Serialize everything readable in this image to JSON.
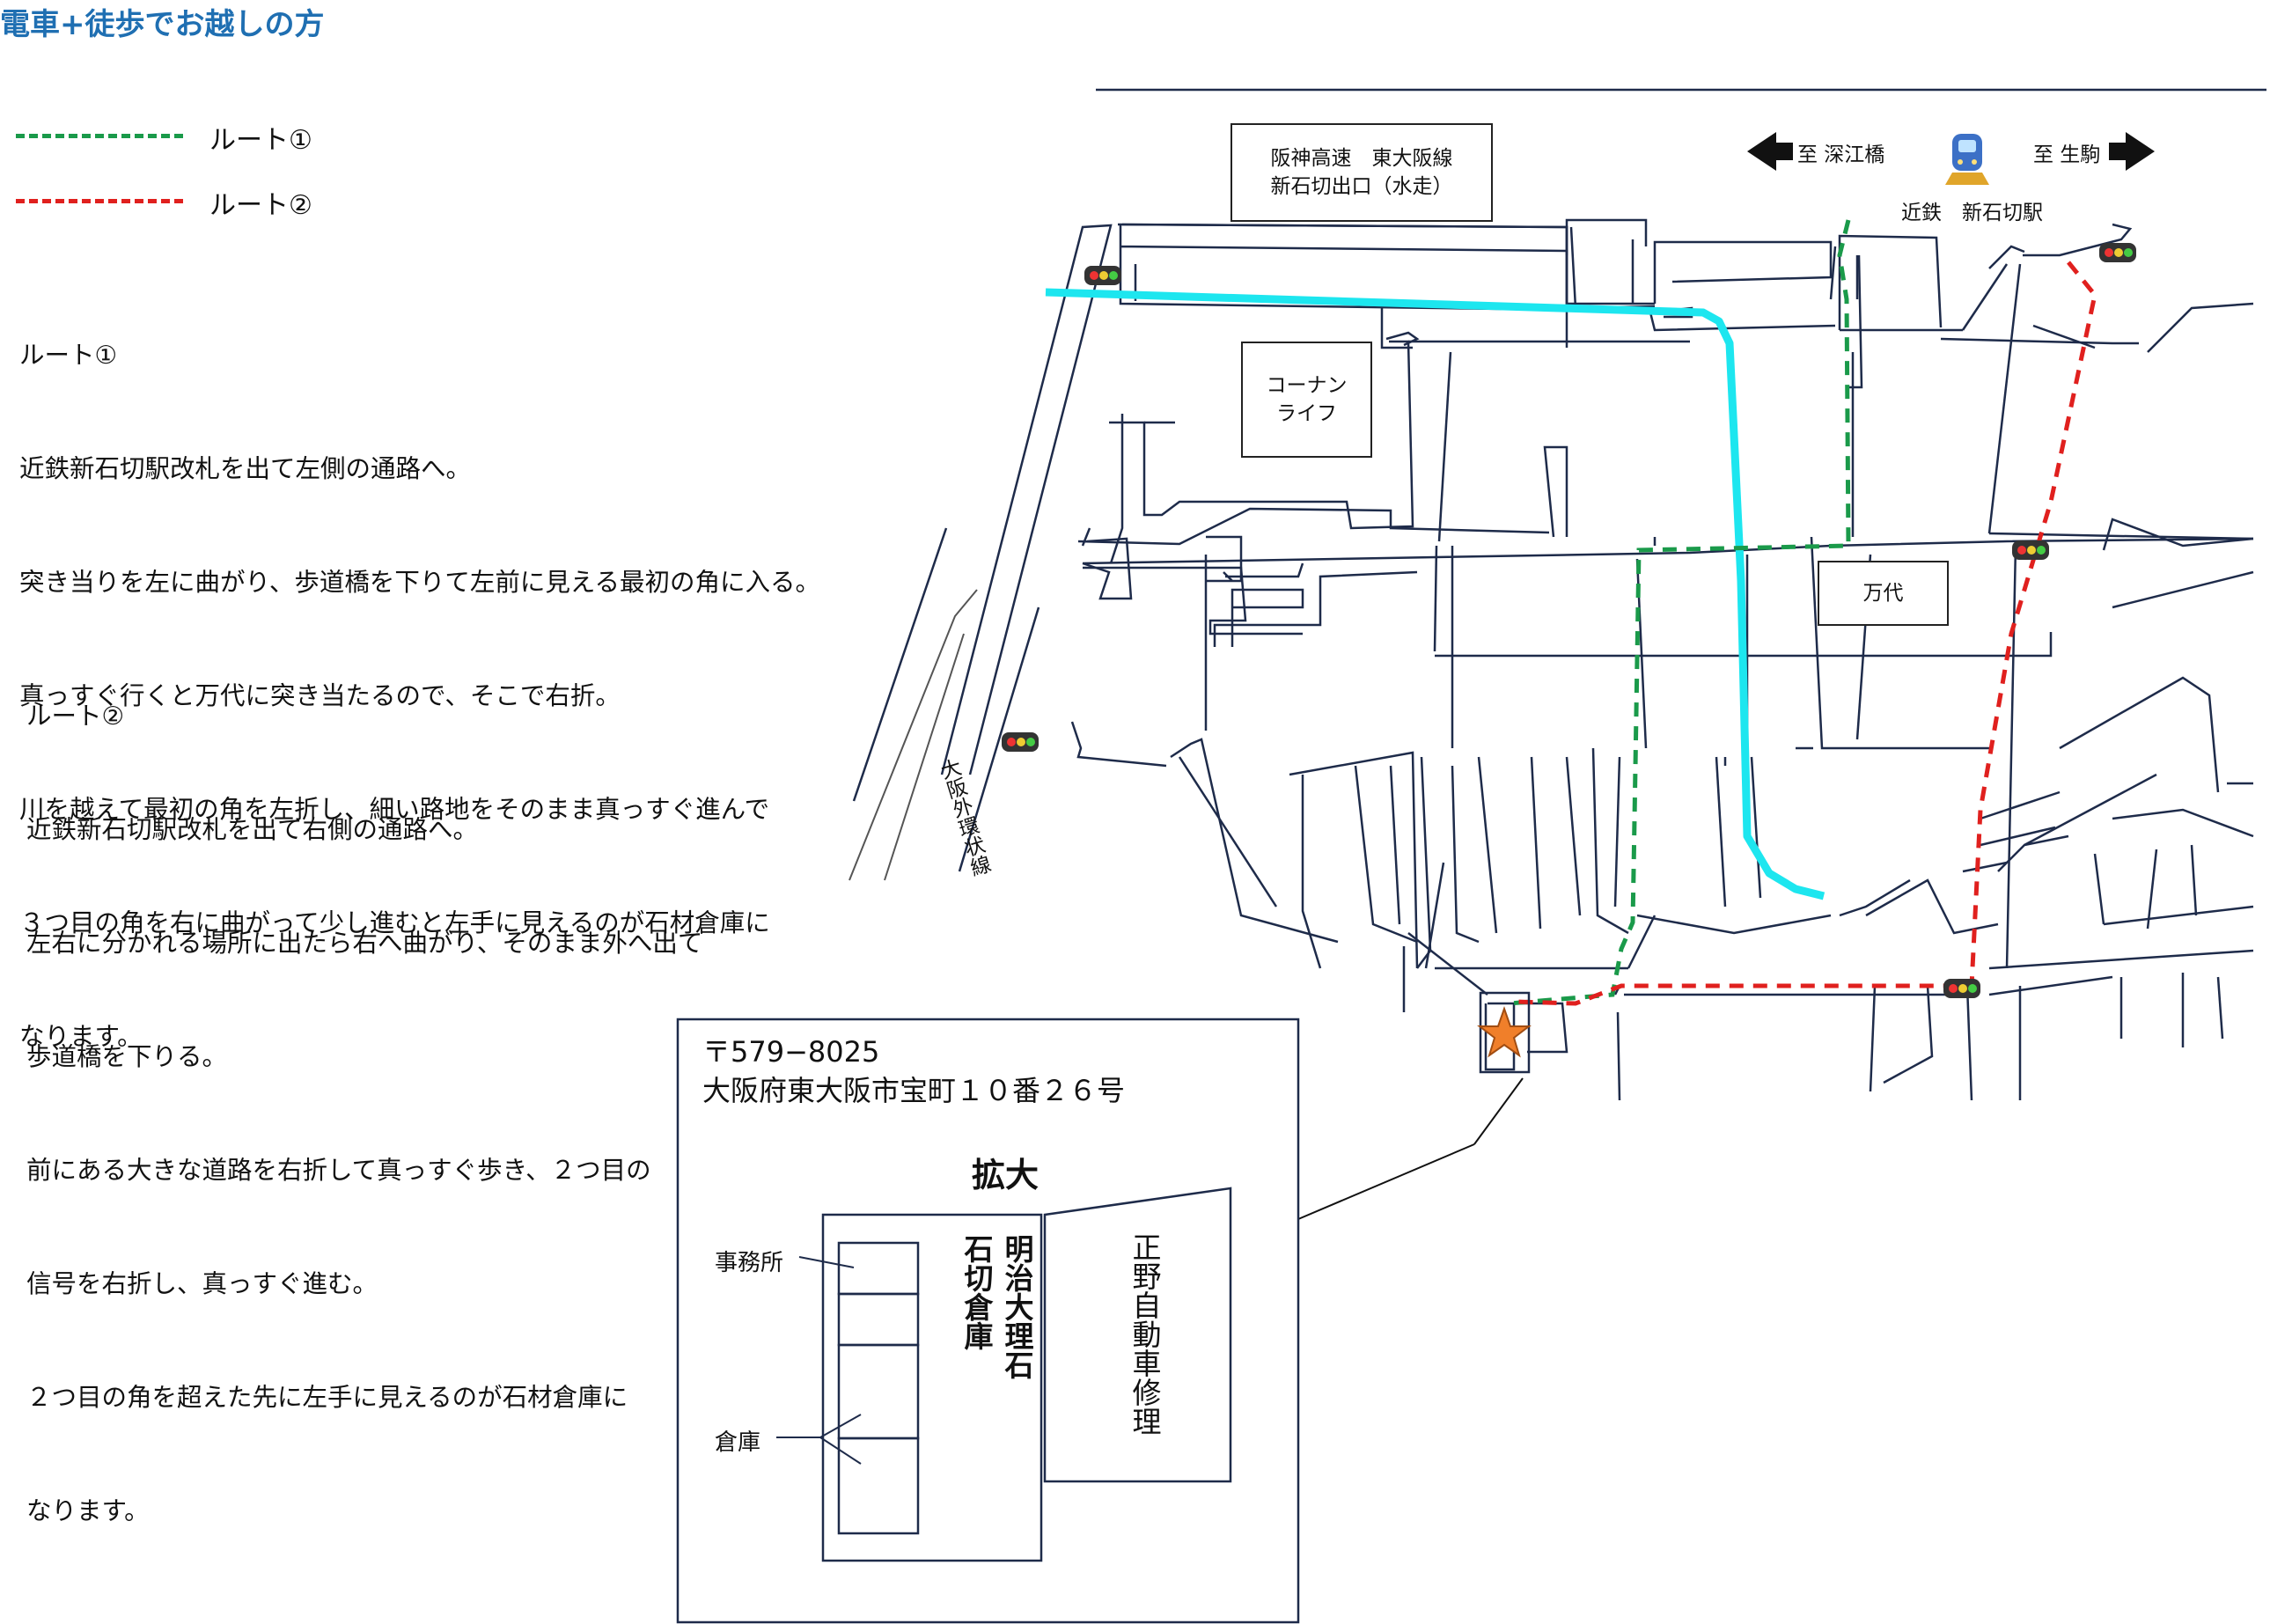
{
  "title": "電車+徒歩でお越しの方",
  "legend": [
    {
      "label": "ルート①",
      "color": "#1a9a4a"
    },
    {
      "label": "ルート②",
      "color": "#e0201e"
    }
  ],
  "route1": {
    "heading": "ルート①",
    "lines": [
      "近鉄新石切駅改札を出て左側の通路へ。",
      "突き当りを左に曲がり、歩道橋を下りて左前に見える最初の角に入る。",
      "真っすぐ行くと万代に突き当たるので、そこで右折。",
      "川を越えて最初の角を左折し、細い路地をそのまま真っすぐ進んで",
      "３つ目の角を右に曲がって少し進むと左手に見えるのが石材倉庫に",
      "なります。"
    ]
  },
  "route2": {
    "heading": "ルート②",
    "lines": [
      "近鉄新石切駅改札を出て右側の通路へ。",
      "左右に分かれる場所に出たら右へ曲がり、そのまま外へ出て",
      "歩道橋を下りる。",
      "前にある大きな道路を右折して真っすぐ歩き、２つ目の",
      "信号を右折し、真っすぐ進む。",
      "２つ目の角を超えた先に左手に見えるのが石材倉庫に",
      "なります。"
    ]
  },
  "map": {
    "highway_exit": "阪神高速　東大阪線\n新石切出口（水走）",
    "to_west": "至 深江橋",
    "to_east": "至 生駒",
    "station": "近鉄　新石切駅",
    "konan": "コーナン\nライフ",
    "mandai": "万代",
    "ring_road": "大阪外環状線",
    "highlight_color": "#1de6ef",
    "star_color": "#f07f2a"
  },
  "inset": {
    "postal": "〒579−8025",
    "address": "大阪府東大阪市宝町１０番２６号",
    "zoom_title": "拡大",
    "office_label": "事務所",
    "warehouse_label": "倉庫",
    "company_name": "明治大理石\n石切倉庫",
    "neighbor": "正野自動車修理"
  }
}
